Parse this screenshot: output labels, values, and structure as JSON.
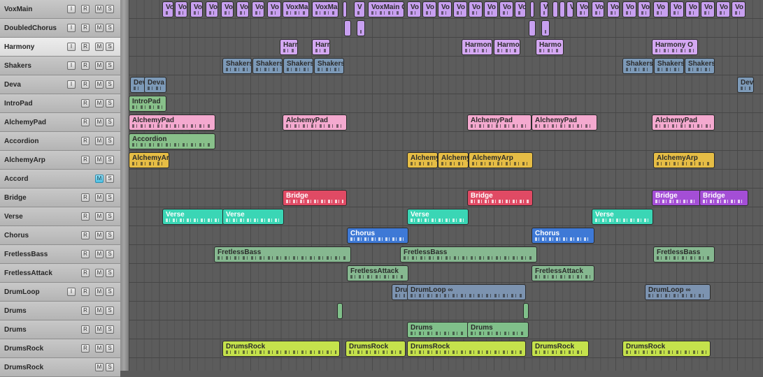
{
  "palette": {
    "vox": "#c8a0f0",
    "harmony": "#d4a8f2",
    "shakers": "#7d9ab8",
    "pad": "#f4a9cf",
    "green": "#88c08a",
    "arp": "#e6bd45",
    "bridge": "#e04a64",
    "bridgePurple": "#a44ed6",
    "verse": "#3ad6b5",
    "chorus": "#3e79d6",
    "bass": "#86b890",
    "drumloop": "#7c93b0",
    "drums": "#80c08a",
    "rock": "#c5e24c"
  },
  "tracks": [
    {
      "name": "VoxMain",
      "controls": [
        "I",
        "R",
        "M",
        "S"
      ],
      "active": []
    },
    {
      "name": "DoubledChorus",
      "controls": [
        "I",
        "R",
        "M",
        "S"
      ],
      "active": []
    },
    {
      "name": "Harmony",
      "controls": [
        "I",
        "R",
        "M",
        "S"
      ],
      "active": [],
      "selected": true
    },
    {
      "name": "Shakers",
      "controls": [
        "I",
        "R",
        "M",
        "S"
      ],
      "active": []
    },
    {
      "name": "Deva",
      "controls": [
        "I",
        "R",
        "M",
        "S"
      ],
      "active": []
    },
    {
      "name": "IntroPad",
      "controls": [
        "R",
        "M",
        "S"
      ],
      "active": []
    },
    {
      "name": "AlchemyPad",
      "controls": [
        "R",
        "M",
        "S"
      ],
      "active": []
    },
    {
      "name": "Accordion",
      "controls": [
        "R",
        "M",
        "S"
      ],
      "active": []
    },
    {
      "name": "AlchemyArp",
      "controls": [
        "R",
        "M",
        "S"
      ],
      "active": []
    },
    {
      "name": "Accord",
      "controls": [
        "M",
        "S"
      ],
      "active": [
        "M"
      ]
    },
    {
      "name": "Bridge",
      "controls": [
        "R",
        "M",
        "S"
      ],
      "active": []
    },
    {
      "name": "Verse",
      "controls": [
        "R",
        "M",
        "S"
      ],
      "active": []
    },
    {
      "name": "Chorus",
      "controls": [
        "R",
        "M",
        "S"
      ],
      "active": []
    },
    {
      "name": "FretlessBass",
      "controls": [
        "R",
        "M",
        "S"
      ],
      "active": []
    },
    {
      "name": "FretlessAttack",
      "controls": [
        "R",
        "M",
        "S"
      ],
      "active": []
    },
    {
      "name": "DrumLoop",
      "controls": [
        "I",
        "R",
        "M",
        "S"
      ],
      "active": []
    },
    {
      "name": "Drums",
      "controls": [
        "R",
        "M",
        "S"
      ],
      "active": []
    },
    {
      "name": "Drums",
      "controls": [
        "R",
        "M",
        "S"
      ],
      "active": []
    },
    {
      "name": "DrumsRock",
      "controls": [
        "R",
        "M",
        "S"
      ],
      "active": []
    },
    {
      "name": "DrumsRock",
      "controls": [
        "M",
        "S"
      ],
      "active": []
    }
  ],
  "regions": [
    {
      "track": 0,
      "start": 48,
      "end": 64,
      "label": "Vo",
      "color": "vox"
    },
    {
      "track": 0,
      "start": 66,
      "end": 84,
      "label": "Vo",
      "color": "vox"
    },
    {
      "track": 0,
      "start": 88,
      "end": 106,
      "label": "Vo",
      "color": "vox"
    },
    {
      "track": 0,
      "start": 110,
      "end": 128,
      "label": "Vo",
      "color": "vox"
    },
    {
      "track": 0,
      "start": 132,
      "end": 150,
      "label": "Vo",
      "color": "vox"
    },
    {
      "track": 0,
      "start": 154,
      "end": 172,
      "label": "Vo",
      "color": "vox"
    },
    {
      "track": 0,
      "start": 176,
      "end": 194,
      "label": "Vo",
      "color": "vox"
    },
    {
      "track": 0,
      "start": 198,
      "end": 218,
      "label": "Vo",
      "color": "vox"
    },
    {
      "track": 0,
      "start": 220,
      "end": 258,
      "label": "VoxMa",
      "color": "vox"
    },
    {
      "track": 0,
      "start": 262,
      "end": 300,
      "label": "VoxMa",
      "color": "vox"
    },
    {
      "track": 0,
      "start": 306,
      "end": 312,
      "label": "",
      "color": "vox"
    },
    {
      "track": 0,
      "start": 322,
      "end": 338,
      "label": "V",
      "color": "vox"
    },
    {
      "track": 0,
      "start": 342,
      "end": 394,
      "label": "VoxMain C",
      "color": "vox"
    },
    {
      "track": 0,
      "start": 398,
      "end": 418,
      "label": "Vo",
      "color": "vox"
    },
    {
      "track": 0,
      "start": 420,
      "end": 440,
      "label": "Vo",
      "color": "vox"
    },
    {
      "track": 0,
      "start": 442,
      "end": 462,
      "label": "Vo",
      "color": "vox"
    },
    {
      "track": 0,
      "start": 464,
      "end": 484,
      "label": "Vo",
      "color": "vox"
    },
    {
      "track": 0,
      "start": 486,
      "end": 506,
      "label": "Vo",
      "color": "vox"
    },
    {
      "track": 0,
      "start": 508,
      "end": 528,
      "label": "Vo",
      "color": "vox"
    },
    {
      "track": 0,
      "start": 530,
      "end": 550,
      "label": "Vo",
      "color": "vox"
    },
    {
      "track": 0,
      "start": 552,
      "end": 568,
      "label": "Vo",
      "color": "vox"
    },
    {
      "track": 0,
      "start": 574,
      "end": 580,
      "label": "",
      "color": "vox"
    },
    {
      "track": 0,
      "start": 588,
      "end": 600,
      "label": "V",
      "color": "vox"
    },
    {
      "track": 0,
      "start": 606,
      "end": 614,
      "label": "",
      "color": "vox"
    },
    {
      "track": 0,
      "start": 616,
      "end": 624,
      "label": "",
      "color": "vox"
    },
    {
      "track": 0,
      "start": 626,
      "end": 636,
      "label": "V",
      "color": "vox"
    },
    {
      "track": 0,
      "start": 640,
      "end": 658,
      "label": "Vo",
      "color": "vox"
    },
    {
      "track": 0,
      "start": 662,
      "end": 680,
      "label": "Vo",
      "color": "vox"
    },
    {
      "track": 0,
      "start": 684,
      "end": 702,
      "label": "Vo",
      "color": "vox"
    },
    {
      "track": 0,
      "start": 706,
      "end": 726,
      "label": "Vo",
      "color": "vox"
    },
    {
      "track": 0,
      "start": 728,
      "end": 746,
      "label": "Vo",
      "color": "vox"
    },
    {
      "track": 0,
      "start": 750,
      "end": 772,
      "label": "Vo",
      "color": "vox"
    },
    {
      "track": 0,
      "start": 774,
      "end": 794,
      "label": "Vo",
      "color": "vox"
    },
    {
      "track": 0,
      "start": 796,
      "end": 816,
      "label": "Vo",
      "color": "vox"
    },
    {
      "track": 0,
      "start": 818,
      "end": 838,
      "label": "Vo",
      "color": "vox"
    },
    {
      "track": 0,
      "start": 840,
      "end": 860,
      "label": "Vo",
      "color": "vox"
    },
    {
      "track": 0,
      "start": 862,
      "end": 882,
      "label": "Vo",
      "color": "vox"
    },
    {
      "track": 1,
      "start": 308,
      "end": 318,
      "label": "",
      "color": "vox"
    },
    {
      "track": 1,
      "start": 326,
      "end": 338,
      "label": "",
      "color": "vox"
    },
    {
      "track": 1,
      "start": 572,
      "end": 582,
      "label": "",
      "color": "vox"
    },
    {
      "track": 1,
      "start": 590,
      "end": 602,
      "label": "",
      "color": "vox"
    },
    {
      "track": 2,
      "start": 216,
      "end": 242,
      "label": "Harr",
      "color": "harmony"
    },
    {
      "track": 2,
      "start": 262,
      "end": 288,
      "label": "Harr",
      "color": "harmony"
    },
    {
      "track": 2,
      "start": 476,
      "end": 520,
      "label": "Harmon",
      "color": "harmony"
    },
    {
      "track": 2,
      "start": 522,
      "end": 560,
      "label": "Harmo",
      "color": "harmony"
    },
    {
      "track": 2,
      "start": 582,
      "end": 622,
      "label": "Harmo",
      "color": "harmony"
    },
    {
      "track": 2,
      "start": 748,
      "end": 814,
      "label": "Harmony O",
      "color": "harmony"
    },
    {
      "track": 3,
      "start": 134,
      "end": 176,
      "label": "Shakers",
      "color": "shakers"
    },
    {
      "track": 3,
      "start": 177,
      "end": 220,
      "label": "Shakers",
      "color": "shakers"
    },
    {
      "track": 3,
      "start": 221,
      "end": 264,
      "label": "Shakers",
      "color": "shakers"
    },
    {
      "track": 3,
      "start": 265,
      "end": 308,
      "label": "Shakers",
      "color": "shakers"
    },
    {
      "track": 3,
      "start": 706,
      "end": 750,
      "label": "Shakers",
      "color": "shakers"
    },
    {
      "track": 3,
      "start": 751,
      "end": 794,
      "label": "Shakers",
      "color": "shakers"
    },
    {
      "track": 3,
      "start": 795,
      "end": 838,
      "label": "Shakers",
      "color": "shakers"
    },
    {
      "track": 4,
      "start": 2,
      "end": 24,
      "label": "Dev",
      "color": "shakers"
    },
    {
      "track": 4,
      "start": 22,
      "end": 54,
      "label": "Deva",
      "color": "shakers"
    },
    {
      "track": 4,
      "start": 870,
      "end": 894,
      "label": "Deva",
      "color": "shakers"
    },
    {
      "track": 5,
      "start": 0,
      "end": 54,
      "label": "IntroPad",
      "color": "green"
    },
    {
      "track": 6,
      "start": 0,
      "end": 124,
      "label": "AlchemyPad",
      "color": "pad"
    },
    {
      "track": 6,
      "start": 220,
      "end": 312,
      "label": "AlchemyPad",
      "color": "pad"
    },
    {
      "track": 6,
      "start": 484,
      "end": 576,
      "label": "AlchemyPad",
      "color": "pad"
    },
    {
      "track": 6,
      "start": 576,
      "end": 670,
      "label": "AlchemyPad",
      "color": "pad"
    },
    {
      "track": 6,
      "start": 748,
      "end": 838,
      "label": "AlchemyPad",
      "color": "pad"
    },
    {
      "track": 7,
      "start": 0,
      "end": 124,
      "label": "Accordion",
      "color": "green"
    },
    {
      "track": 8,
      "start": 0,
      "end": 58,
      "label": "AlchemyArp",
      "color": "arp"
    },
    {
      "track": 8,
      "start": 398,
      "end": 442,
      "label": "Alchemy",
      "color": "arp"
    },
    {
      "track": 8,
      "start": 442,
      "end": 486,
      "label": "Alchemy",
      "color": "arp"
    },
    {
      "track": 8,
      "start": 486,
      "end": 578,
      "label": "AlchemyArp",
      "color": "arp"
    },
    {
      "track": 8,
      "start": 750,
      "end": 838,
      "label": "AlchemyArp",
      "color": "arp"
    },
    {
      "track": 10,
      "start": 220,
      "end": 312,
      "label": "Bridge",
      "color": "bridge",
      "dark": true
    },
    {
      "track": 10,
      "start": 484,
      "end": 578,
      "label": "Bridge",
      "color": "bridge",
      "dark": true
    },
    {
      "track": 10,
      "start": 748,
      "end": 818,
      "label": "Bridge",
      "color": "bridgePurple",
      "dark": true
    },
    {
      "track": 10,
      "start": 816,
      "end": 886,
      "label": "Bridge",
      "color": "bridgePurple",
      "dark": true
    },
    {
      "track": 11,
      "start": 48,
      "end": 136,
      "label": "Verse",
      "color": "verse",
      "dark": true
    },
    {
      "track": 11,
      "start": 134,
      "end": 222,
      "label": "Verse",
      "color": "verse",
      "dark": true
    },
    {
      "track": 11,
      "start": 398,
      "end": 486,
      "label": "Verse",
      "color": "verse",
      "dark": true
    },
    {
      "track": 11,
      "start": 662,
      "end": 750,
      "label": "Verse",
      "color": "verse",
      "dark": true
    },
    {
      "track": 12,
      "start": 312,
      "end": 400,
      "label": "Chorus",
      "color": "chorus",
      "dark": true
    },
    {
      "track": 12,
      "start": 576,
      "end": 666,
      "label": "Chorus",
      "color": "chorus",
      "dark": true
    },
    {
      "track": 13,
      "start": 122,
      "end": 318,
      "label": "FretlessBass",
      "color": "bass"
    },
    {
      "track": 13,
      "start": 388,
      "end": 584,
      "label": "FretlessBass",
      "color": "bass"
    },
    {
      "track": 13,
      "start": 750,
      "end": 838,
      "label": "FretlessBass",
      "color": "bass"
    },
    {
      "track": 14,
      "start": 312,
      "end": 400,
      "label": "FretlessAttack",
      "color": "bass"
    },
    {
      "track": 14,
      "start": 576,
      "end": 666,
      "label": "FretlessAttack",
      "color": "bass"
    },
    {
      "track": 15,
      "start": 376,
      "end": 400,
      "label": "Dru",
      "color": "drumloop"
    },
    {
      "track": 15,
      "start": 398,
      "end": 568,
      "label": "DrumLoop ∞",
      "color": "drumloop"
    },
    {
      "track": 15,
      "start": 738,
      "end": 832,
      "label": "DrumLoop ∞",
      "color": "drumloop"
    },
    {
      "track": 16,
      "start": 298,
      "end": 306,
      "label": "",
      "color": "drums"
    },
    {
      "track": 16,
      "start": 564,
      "end": 572,
      "label": "",
      "color": "drums"
    },
    {
      "track": 17,
      "start": 398,
      "end": 486,
      "label": "Drums",
      "color": "drums"
    },
    {
      "track": 17,
      "start": 484,
      "end": 572,
      "label": "Drums",
      "color": "drums"
    },
    {
      "track": 18,
      "start": 134,
      "end": 302,
      "label": "DrumsRock",
      "color": "rock"
    },
    {
      "track": 18,
      "start": 310,
      "end": 396,
      "label": "DrumsRock",
      "color": "rock"
    },
    {
      "track": 18,
      "start": 398,
      "end": 568,
      "label": "DrumsRock",
      "color": "rock"
    },
    {
      "track": 18,
      "start": 576,
      "end": 658,
      "label": "DrumsRock",
      "color": "rock"
    },
    {
      "track": 18,
      "start": 706,
      "end": 832,
      "label": "DrumsRock",
      "color": "rock"
    }
  ]
}
